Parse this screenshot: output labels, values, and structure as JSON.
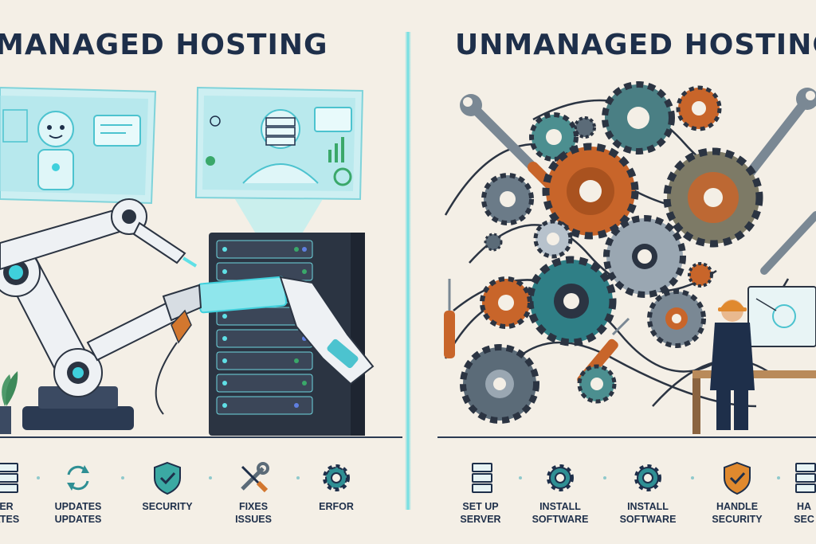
{
  "left_panel": {
    "title": "MANAGED HOSTING",
    "items": [
      {
        "icon": "server-icon",
        "label": "ER\nATES"
      },
      {
        "icon": "refresh-icon",
        "label": "UPDATES\nUPDATES"
      },
      {
        "icon": "shield-check-icon",
        "label": "SECURITY"
      },
      {
        "icon": "wrench-screwdriver-icon",
        "label": "FIXES\nISSUES"
      },
      {
        "icon": "gear-icon",
        "label": "ERFOR"
      }
    ]
  },
  "right_panel": {
    "title": "UNMANAGED HOSTING",
    "items": [
      {
        "icon": "server-icon",
        "label": "SET UP\nSERVER"
      },
      {
        "icon": "gear-icon",
        "label": "INSTALL\nSOFTWARE"
      },
      {
        "icon": "gear-icon",
        "label": "INSTALL\nSOFTWARE"
      },
      {
        "icon": "shield-check-icon",
        "label": "HANDLE\nSECURITY"
      },
      {
        "icon": "server-icon",
        "label": "HA\nSEC"
      }
    ]
  },
  "colors": {
    "background": "#f4efe6",
    "navy": "#1e2f4a",
    "teal": "#2f8f94",
    "glow": "#5fe0e6",
    "orange": "#d2772f",
    "steel": "#5b6b78"
  }
}
